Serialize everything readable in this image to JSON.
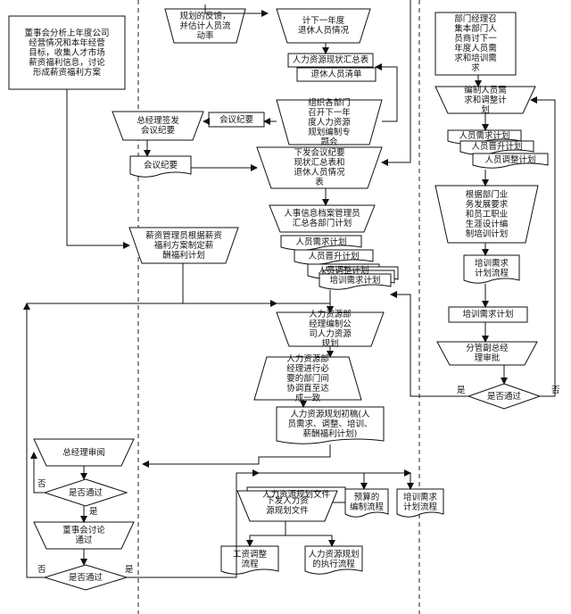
{
  "nodes": {
    "n1": "董事会分析上年度公司\n经营情况和本年经营\n目标，收集人才市场\n薪资福利信息，讨论\n形成薪资福利方案",
    "n2": "规划的反馈，\n并估计人员流\n动率",
    "n3": "计下一年度\n退休人员情况",
    "n4": "人力资源现状汇总表",
    "n5": "退休人员清单",
    "n6": "总经理签发\n会议纪要",
    "n7": "会议纪要",
    "n8": "组织各部门\n召开下一年\n度人力资源\n规划编制专\n题会",
    "n9": "会议纪要",
    "n10": "下发会议纪要\n现状汇总表和\n退休人员情况\n表",
    "n11": "人事信息档案管理员\n汇总各部门计划",
    "n12": "人员需求计划",
    "n13": "人员晋升计划",
    "n14": "人员调整计划",
    "n15": "培训需求计划",
    "n16": "薪资管理员根据薪资\n福利方案制定薪\n酬福利计划",
    "n17": "人力资源部\n经理编制公\n司人力资源\n规划",
    "n18": "人力资源部\n经理进行必\n要的部门间\n协调直至达\n成一致",
    "n19": "人力资源规划初稿(人\n员需求、调整、培训、\n薪酬福利计划)",
    "n20": "总经理审阅",
    "n21": "是否通过",
    "n22": "董事会讨论\n通过",
    "n23": "是否通过",
    "n24": "人力资源规划文件",
    "n25": "下发人力资\n源规划文件",
    "n26": "预算的\n编制流程",
    "n27": "培训需求\n计划流程",
    "n28": "工资调整\n流程",
    "n29": "人力资源规划\n的执行流程",
    "n30": "部门经理召\n集本部门人\n员商讨下一\n年度人员需\n求和培训需\n求",
    "n31": "编制人员需\n求和调整计\n划",
    "n32": "人员需求计划",
    "n33": "人员晋升计划",
    "n34": "人员调整计划",
    "n35": "根据部门业\n务发展要求\n和员工职业\n生涯设计编\n制培训计划",
    "n36": "培训需求\n计划流程",
    "n37": "培训需求计划",
    "n38": "分管副总经\n理审批",
    "n39": "是否通过"
  },
  "edge_labels": {
    "no_a": "否",
    "yes_a": "是",
    "no_b": "否",
    "yes_b": "是",
    "yes_c": "是",
    "no_c": "否"
  },
  "colors": {
    "stroke": "#111111",
    "fill": "#ffffff",
    "lane_line": "#222222"
  }
}
